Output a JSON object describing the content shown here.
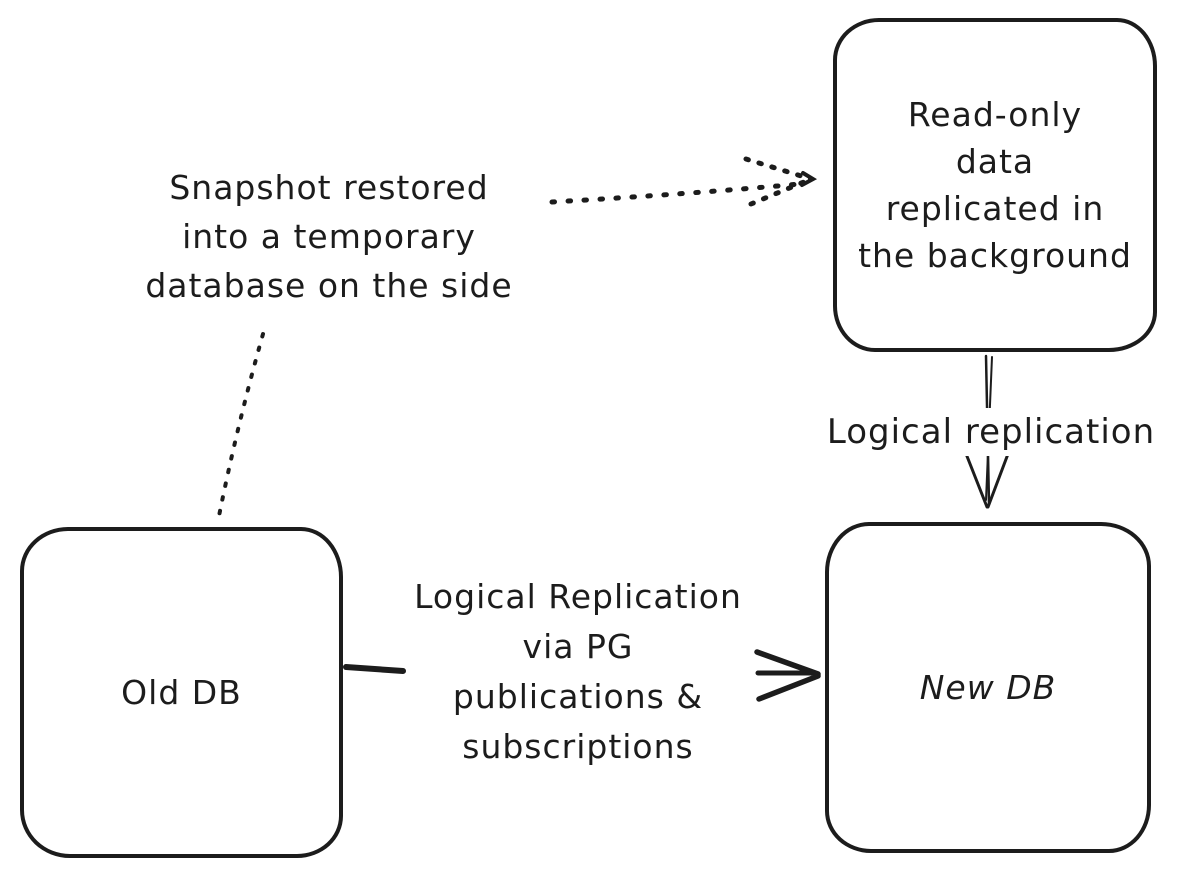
{
  "diagram": {
    "background_color": "#ffffff",
    "stroke_color": "#1c1c1c",
    "nodes": {
      "read_only": {
        "lines": [
          "Read-only",
          "data",
          "replicated in",
          "the background"
        ]
      },
      "old_db": {
        "label": "Old DB"
      },
      "new_db": {
        "label": "New DB"
      }
    },
    "annotations": {
      "snapshot_note": {
        "lines": [
          "Snapshot restored",
          "into a temporary",
          "database on the side"
        ]
      }
    },
    "edges": {
      "snapshot_to_read_only": {
        "style": "dotted-arrow"
      },
      "snapshot_to_old_db": {
        "style": "dotted-line"
      },
      "read_only_to_new_db": {
        "style": "double-line-arrow",
        "label": "Logical replication"
      },
      "old_db_to_new_db": {
        "style": "solid-arrow",
        "lines": [
          "Logical Replication",
          "via PG",
          "publications &",
          "subscriptions"
        ]
      }
    }
  }
}
